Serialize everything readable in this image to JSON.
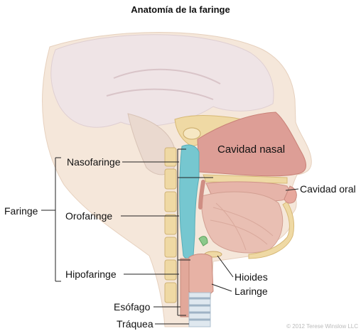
{
  "title": "Anatomía de la faringe",
  "labels": {
    "faringe": "Faringe",
    "nasofaringe": "Nasofaringe",
    "orofaringe": "Orofaringe",
    "hipofaringe": "Hipofaringe",
    "cavidad_nasal": "Cavidad nasal",
    "cavidad_oral": "Cavidad oral",
    "hioides": "Hioides",
    "laringe": "Laringe",
    "esofago": "Esófago",
    "traquea": "Tráquea"
  },
  "copyright": "© 2012 Terese Winslow LLC",
  "colors": {
    "skin": "#f3e4d6",
    "brain": "#eee4e6",
    "cavity": "#dd9e96",
    "pharynx": "#76c7d0",
    "muscle": "#e7b9ad",
    "bone": "#efd9a4"
  }
}
